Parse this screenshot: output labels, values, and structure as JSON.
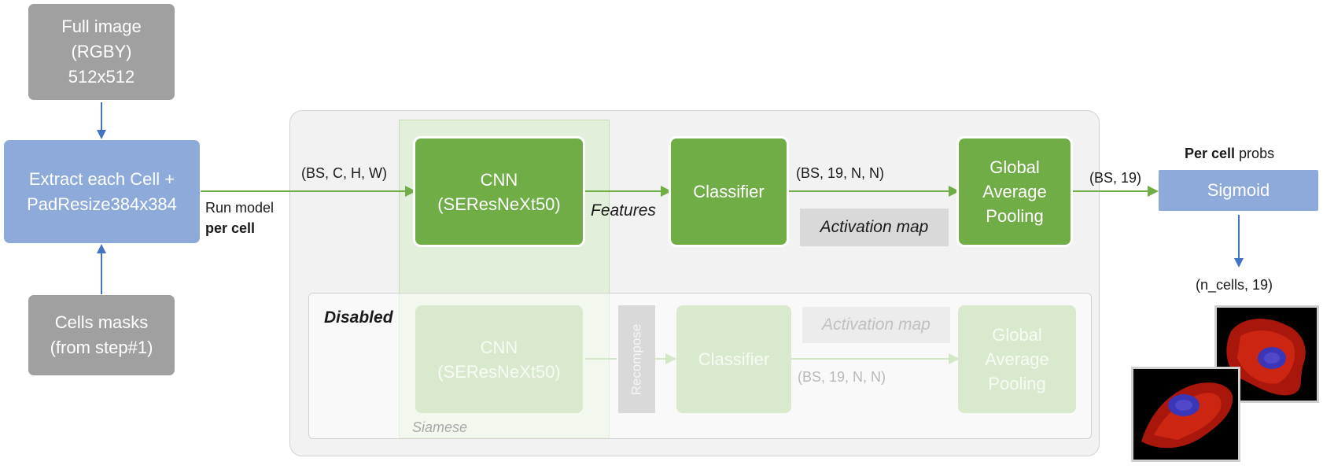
{
  "inputs": {
    "full_image": [
      "Full image",
      "(RGBY)",
      "512x512"
    ],
    "extract": [
      "Extract each Cell +",
      "PadResize384x384"
    ],
    "cells_masks": [
      "Cells masks",
      "(from step#1)"
    ]
  },
  "labels": {
    "input_shape": "(BS, C, H, W)",
    "run_model": "Run model",
    "per_cell": "per cell",
    "features": "Features",
    "classifier_shape": "(BS, 19, N, N)",
    "activation_map": "Activation map",
    "pool_shape": "(BS, 19)",
    "per_cell_bold": "Per cell",
    "probs": " probs",
    "output_shape": "(n_cells, 19)"
  },
  "blocks": {
    "cnn": [
      "CNN",
      "(SEResNeXt50)"
    ],
    "classifier": "Classifier",
    "gap": [
      "Global",
      "Average",
      "Pooling"
    ],
    "sigmoid": "Sigmoid"
  },
  "disabled": {
    "title": "Disabled",
    "cnn": [
      "CNN",
      "(SEResNeXt50)"
    ],
    "recompose": "Recompose",
    "classifier": "Classifier",
    "activation_map": "Activation map",
    "shape": "(BS, 19, N, N)",
    "gap": [
      "Global",
      "Average",
      "Pooling"
    ],
    "siamese": "Siamese"
  },
  "colors": {
    "green": "#70ad47",
    "green_disabled": "#d9e9ce",
    "blue": "#8eaadb",
    "gray": "#a0a0a0",
    "arrow_blue": "#4472c4",
    "arrow_green": "#70ad47"
  }
}
